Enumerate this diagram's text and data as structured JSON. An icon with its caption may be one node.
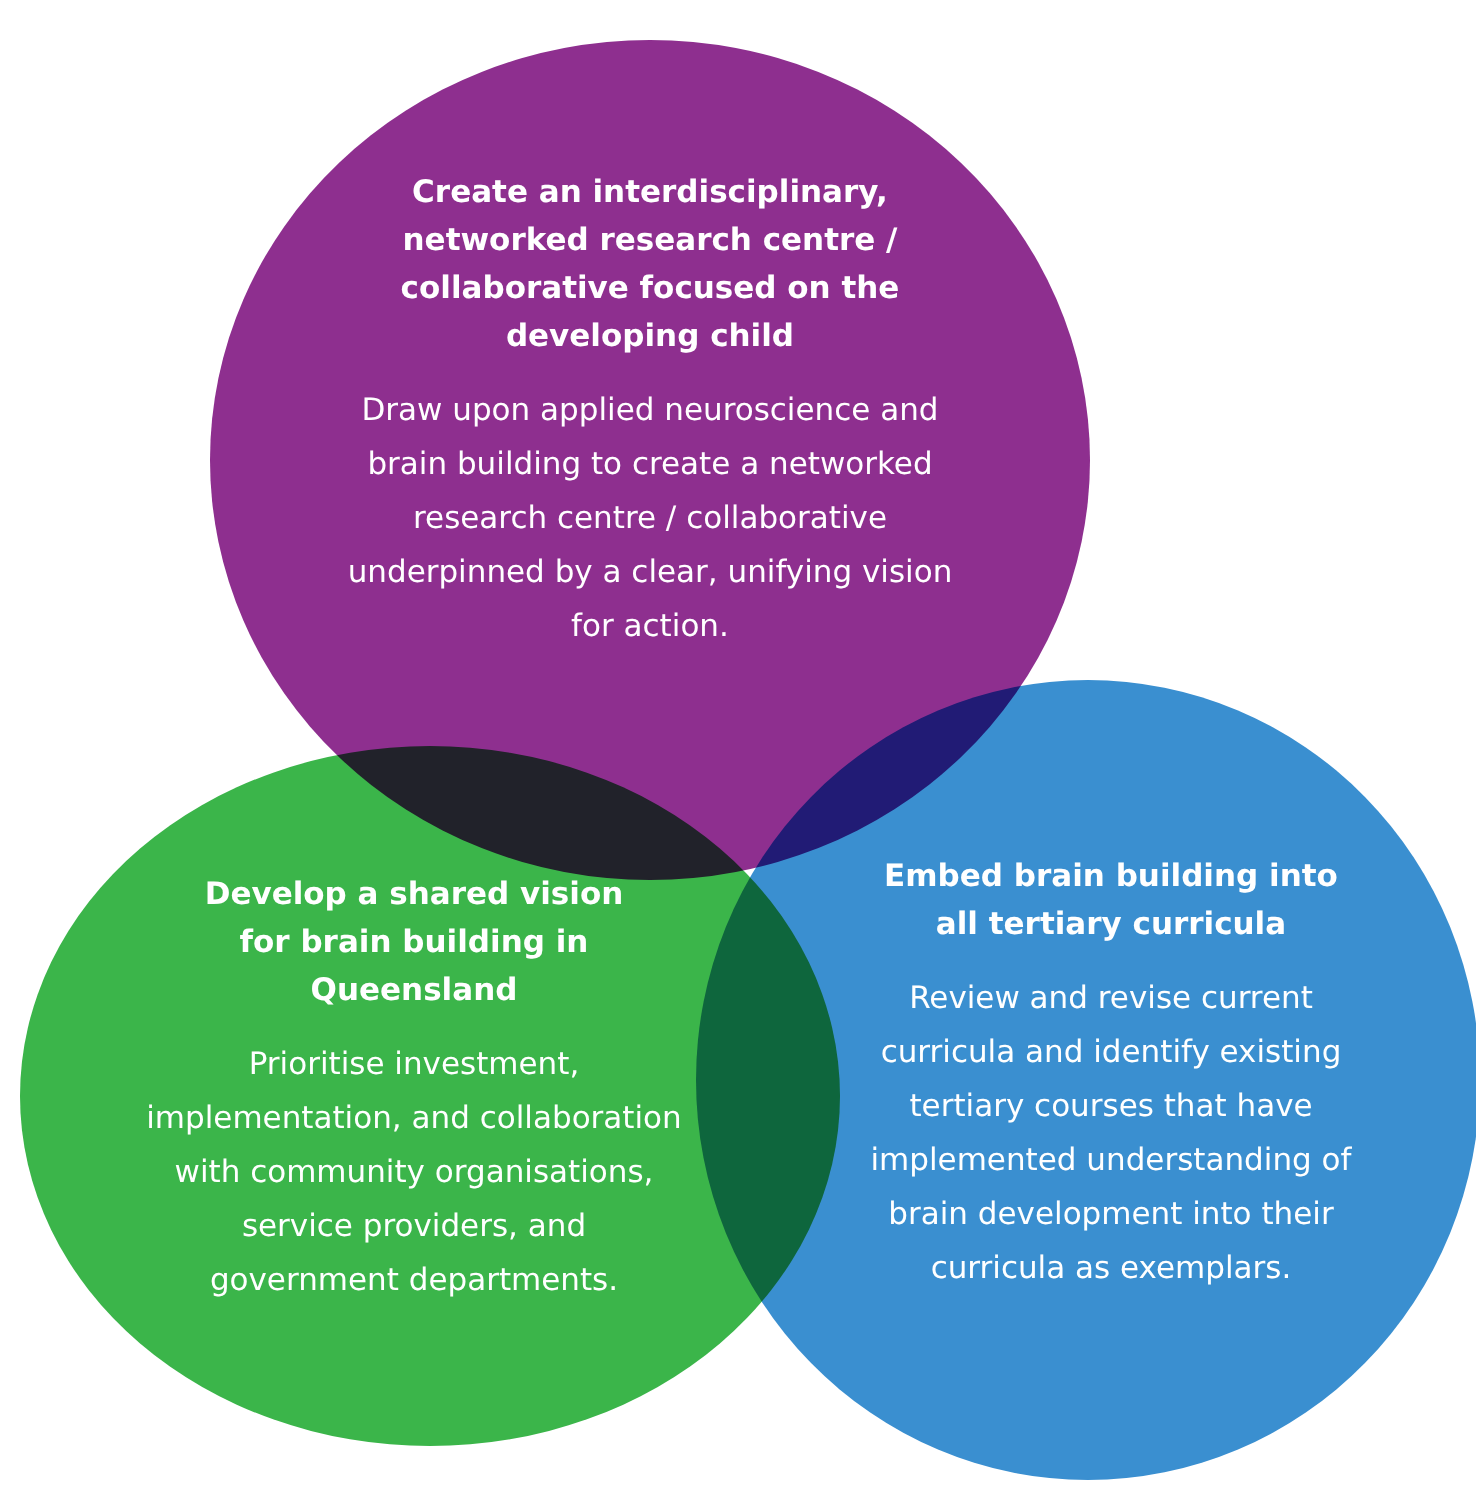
{
  "diagram": {
    "nodes": [
      {
        "text": [
          "Create an interdisciplinary, networked research centre / collaborative focused on the developing child",
          "Draw upon applied neuroscience and brain building to create a networked research centre / collaborative underpinned by a clear, unifying vision for action."
        ]
      },
      {
        "text": [
          "Develop a shared vision for brain building in Queensland",
          "Prioritise investment, implementation, and collaboration with community organisations, service providers, and government departments."
        ]
      },
      {
        "text": [
          "Embed brain building into all tertiary curricula",
          "Review and revise current curricula and identify existing tertiary courses that have implemented understanding of brain development into their curricula as exemplars."
        ]
      }
    ]
  }
}
